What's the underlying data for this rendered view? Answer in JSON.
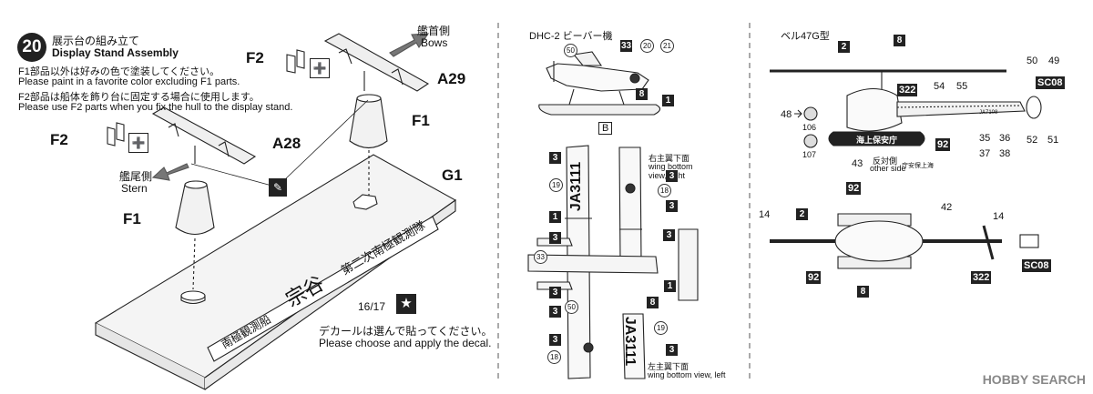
{
  "step": {
    "number": "20",
    "title_jp": "展示台の組み立て",
    "title_en": "Display Stand Assembly"
  },
  "notes": [
    {
      "jp": "F1部品以外は好みの色で塗装してください。",
      "en": "Please paint in a favorite color excluding F1 parts."
    },
    {
      "jp": "F2部品は船体を飾り台に固定する場合に使用します。",
      "en": "Please use F2 parts when you fix the hull to the display stand."
    }
  ],
  "parts": {
    "f2_top": "F2",
    "f2_left": "F2",
    "a29": "A29",
    "a28": "A28",
    "f1_right": "F1",
    "f1_left": "F1",
    "g1": "G1"
  },
  "directions": {
    "bows_jp": "艦首側",
    "bows_en": "Bows",
    "stern_jp": "艦尾側",
    "stern_en": "Stern"
  },
  "stand_text": {
    "left": "南極観測船",
    "center": "宗谷",
    "right": "第二次南極観測隊"
  },
  "decal_choice": {
    "number": "16/17",
    "jp": "デカールは選んで貼ってください。",
    "en": "Please choose and apply the decal."
  },
  "dhc2": {
    "title": "DHC-2 ビーバー機",
    "callouts": [
      "50",
      "33",
      "20",
      "21",
      "8",
      "1",
      "B"
    ],
    "bottom_right_jp": "右主翼下面",
    "bottom_right_en": "wing bottom view, right",
    "bottom_left_jp": "左主翼下面",
    "bottom_left_en": "wing bottom view, left",
    "wing_reg": "JA3111",
    "plan_callouts": [
      "3",
      "19",
      "18",
      "1",
      "33",
      "50",
      "8"
    ]
  },
  "bell47": {
    "title": "ベル47G型",
    "callouts": [
      "2",
      "8",
      "322",
      "54",
      "55",
      "50",
      "49",
      "SC08",
      "48",
      "106",
      "107",
      "92",
      "35",
      "36",
      "37",
      "38",
      "52",
      "51",
      "43",
      "14",
      "42"
    ],
    "float_text": "海上保安庁",
    "other_side_jp": "反対側",
    "other_side_en": "other side",
    "other_side_text": "庁安保上海",
    "tail_reg": "JA7108"
  },
  "watermark": "HOBBY SEARCH"
}
